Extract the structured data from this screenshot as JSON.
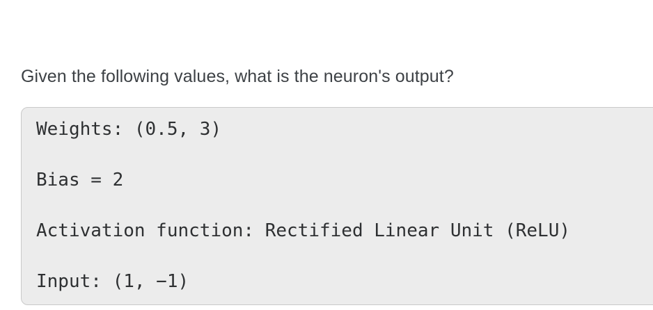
{
  "page": {
    "background": "#ffffff"
  },
  "question": {
    "text": "Given the following values, what is the neuron's output?"
  },
  "code_block": {
    "background": "#ececec",
    "border_color": "#c9c9c9",
    "text_color": "#2e3032",
    "lines": [
      "Weights: (0.5, 3)",
      "Bias = 2",
      "Activation function: Rectified Linear Unit (ReLU)",
      "Input: (1, −1)"
    ]
  }
}
